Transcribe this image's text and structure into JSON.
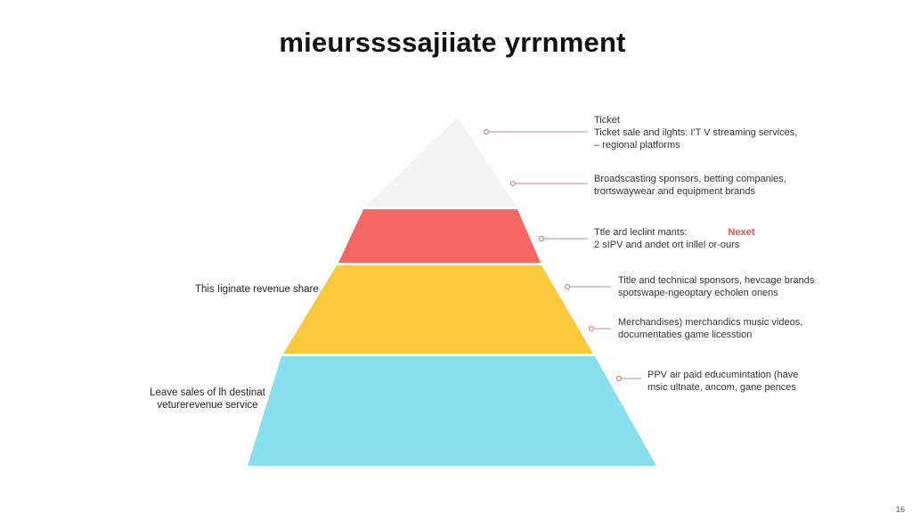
{
  "title": "mieurssssajiiate yrrnment",
  "tiers": [
    {
      "key": "top",
      "color": "#f3f3f3"
    },
    {
      "key": "red",
      "color": "#f66763"
    },
    {
      "key": "yellow",
      "color": "#fcc83c"
    },
    {
      "key": "blue",
      "color": "#88e0ef"
    }
  ],
  "annotations": [
    {
      "lines": [
        "Ticket",
        "Ticket sale and ilghts: I'T V streaming services,",
        "– regional platforms"
      ]
    },
    {
      "lines": [
        "Broadscasting sponsors, betting companies,",
        "trortswaywear and equipment brands"
      ]
    },
    {
      "lines": [
        "Ttle ard leclint mants:",
        "2 sIPV and andet ort inllel or-ours"
      ],
      "accent": "Nexet"
    },
    {
      "lines": [
        "Title and technical sponsors, hevcage brands",
        "spotswape-ngeoptary echolen onens"
      ]
    },
    {
      "lines": [
        "Merchandises) merchandics music videos,",
        "documentaties game licesstion"
      ]
    },
    {
      "lines": [
        "PPV air paid educumintation (have",
        "msic ultnate, ancom, gane pences"
      ]
    }
  ],
  "side_labels": {
    "yellow": "This Iiginate revenue share",
    "blue": [
      "Leave sales of lh destinat",
      "veturerevenue service"
    ]
  },
  "connector_color": "#c98b8b",
  "page_number": "16"
}
